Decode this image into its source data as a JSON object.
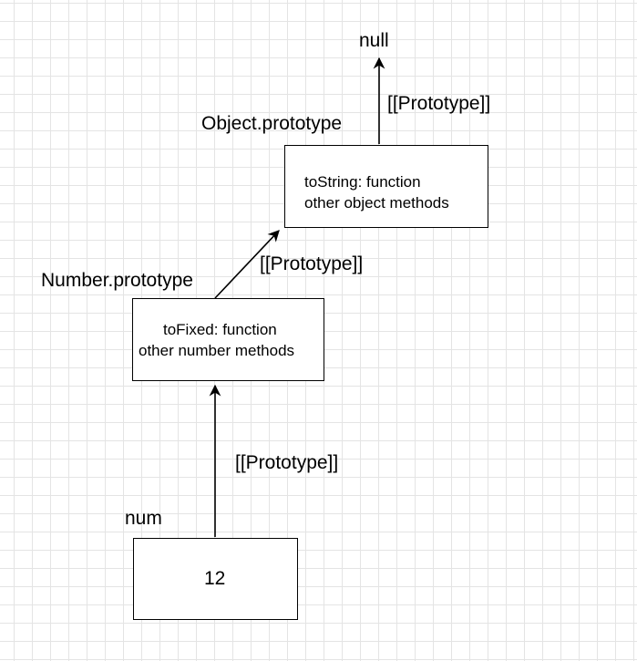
{
  "nodes": {
    "null": {
      "label": "null"
    },
    "object_prototype": {
      "label": "Object.prototype",
      "lines": [
        "toString: function",
        "other object methods"
      ]
    },
    "number_prototype": {
      "label": "Number.prototype",
      "lines": [
        "toFixed: function",
        "other number methods"
      ]
    },
    "num": {
      "label": "num",
      "value": "12"
    }
  },
  "edges": [
    {
      "from": "object_prototype",
      "to": "null",
      "label": "[[Prototype]]"
    },
    {
      "from": "number_prototype",
      "to": "object_prototype",
      "label": "[[Prototype]]"
    },
    {
      "from": "num",
      "to": "number_prototype",
      "label": "[[Prototype]]"
    }
  ]
}
